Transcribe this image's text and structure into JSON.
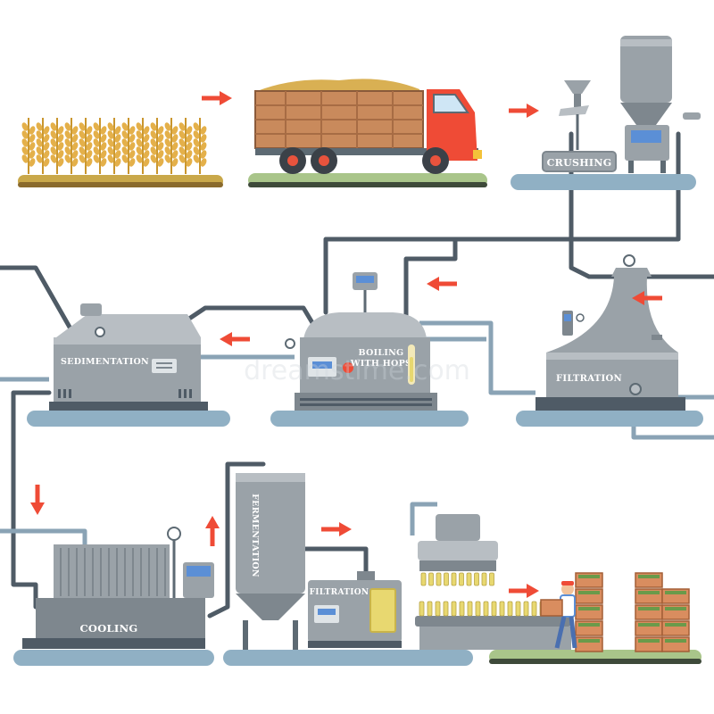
{
  "labels": {
    "crushing": "CRUSHING",
    "sedimentation": "SEDIMENTATION",
    "boiling_line1": "BOILING",
    "boiling_line2": "WITH HOPS",
    "filtration_top": "FILTRATION",
    "cooling": "COOLING",
    "fermentation": "FERMENTATION",
    "filtration_bottom": "FILTRATION"
  },
  "watermark": "dreamstime.com",
  "colors": {
    "pipe": "#4f5b66",
    "pipe_light": "#8aa3b5",
    "arrow": "#ef4b36",
    "platform": "#90b0c4",
    "machine": "#9aa2a8",
    "machine_dark": "#737c83",
    "truck_cab": "#ef4b36",
    "truck_bed": "#c98a5c",
    "wheat": "#e4b04a",
    "crate": "#d98d5f",
    "screen": "#5b8fd6",
    "bottle": "#e8d870"
  }
}
